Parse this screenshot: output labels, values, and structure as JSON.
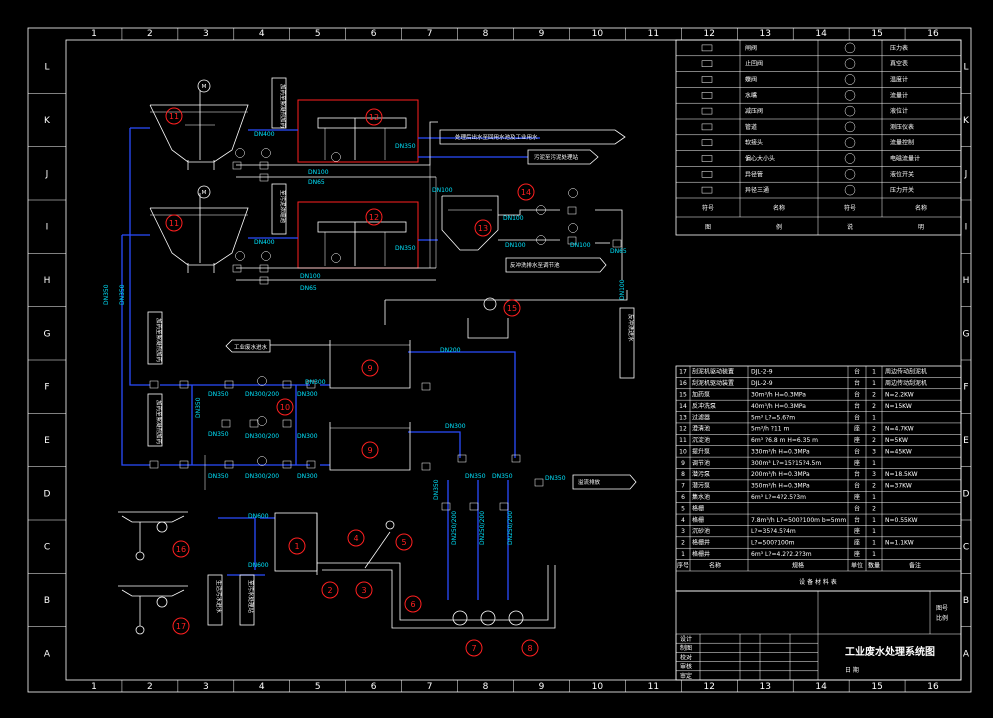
{
  "grid": {
    "columns": [
      "1",
      "2",
      "3",
      "4",
      "5",
      "6",
      "7",
      "8",
      "9",
      "10",
      "11",
      "12",
      "13",
      "14",
      "15",
      "16"
    ],
    "rows": [
      "L",
      "K",
      "J",
      "I",
      "H",
      "G",
      "F",
      "E",
      "D",
      "C",
      "B",
      "A"
    ]
  },
  "drawing_title": "工业废水处理系统图",
  "pipe_labels": {
    "dn400_top": "DN400",
    "dn350_top": "DN350",
    "dn100_top": "DN100",
    "dn65_top": "DN65",
    "dn400_mid": "DN400",
    "dn350_mid": "DN350",
    "dn100_mid": "DN100",
    "dn65_mid": "DN65",
    "dn350_left_a": "DN350",
    "dn350_left_b": "DN350",
    "dn350_f": "DN350",
    "dn300_200_f": "DN300/200",
    "dn300_f": "DN300",
    "dn350_e1": "DN350",
    "dn350_e2": "DN350",
    "dn300_200_e": "DN300/200",
    "dn300_e": "DN300",
    "dn350_d": "DN350",
    "dn300_200_d": "DN300/200",
    "dn300_d": "DN300",
    "dn200_g": "DN200",
    "dn300_e_right": "DN300",
    "dn600_c": "DN600",
    "dn600_b": "DN600",
    "dn100_14": "DN100",
    "dn100_14b": "DN100",
    "dn100_14c": "DN100",
    "dn65_14": "DN65",
    "dn350_d1": "DN350",
    "dn350_d2": "DN350",
    "dn350_d3": "DN350",
    "dn350_out": "DN350",
    "dn250_a": "DN250/200",
    "dn250_b": "DN250/200",
    "dn250_c": "DN250/200",
    "dn100_right": "DN100",
    "dn100_j": "DN100",
    "dn300_f_right": "DN300"
  },
  "equipment_numbers": [
    "1",
    "2",
    "3",
    "4",
    "5",
    "6",
    "7",
    "8",
    "9",
    "9",
    "10",
    "11",
    "11",
    "12",
    "12",
    "13",
    "14",
    "15",
    "16",
    "17"
  ],
  "legend": {
    "col_header": [
      "符号",
      "名称",
      "符号",
      "名称"
    ],
    "rows": [
      [
        "闸阀",
        "压力表"
      ],
      [
        "止回阀",
        "真空表"
      ],
      [
        "蝶阀",
        "温度计"
      ],
      [
        "水嘴",
        "流量计"
      ],
      [
        "减压阀",
        "液位计"
      ],
      [
        "管道",
        "测压仪表"
      ],
      [
        "软接头",
        "流量控制"
      ],
      [
        "偏心大小头",
        "电磁流量计"
      ],
      [
        "异径管",
        "液位开关"
      ],
      [
        "异径三通",
        "压力开关"
      ]
    ],
    "footer": [
      "图",
      "例",
      "说",
      "明"
    ]
  },
  "equipment_table": {
    "rows": [
      [
        "17",
        "刮泥机驱动装置",
        "DJL-2-9",
        "台",
        "1",
        "周边传动刮泥机"
      ],
      [
        "16",
        "刮泥机驱动装置",
        "DJL-2-9",
        "台",
        "1",
        "周边传动刮泥机"
      ],
      [
        "15",
        "加药泵",
        "30m³/h",
        "H=0.3MPa",
        "台",
        "2",
        "N=2.2KW"
      ],
      [
        "14",
        "反冲洗泵",
        "40m³/h",
        "H=0.3MPa",
        "台",
        "2",
        "N=15KW"
      ],
      [
        "13",
        "过滤器",
        "5m³",
        "L?=5.6?m",
        "台",
        "1",
        ""
      ],
      [
        "12",
        "澄清池",
        "5m³/h",
        "?11 m",
        "座",
        "2",
        "N=4.7KW"
      ],
      [
        "11",
        "沉淀池",
        "6m³",
        "?6.8 m",
        "H=6.35 m",
        "座",
        "2",
        "N=5KW"
      ],
      [
        "10",
        "提升泵",
        "330m³/h",
        "H=0.3MPa",
        "台",
        "3",
        "N=45KW"
      ],
      [
        "9",
        "调节池",
        "300m³",
        "L?=15?15?4.5m",
        "座",
        "1",
        ""
      ],
      [
        "8",
        "潜污泵",
        "200m³/h",
        "H=0.3MPa",
        "台",
        "3",
        "N=18.5KW"
      ],
      [
        "7",
        "潜污泵",
        "350m³/h",
        "H=0.3MPa",
        "台",
        "2",
        "N=37KW"
      ],
      [
        "6",
        "集水池",
        "6m³",
        "L?=4?2.5?3m",
        "座",
        "1",
        ""
      ],
      [
        "5",
        "格栅",
        "",
        "",
        "台",
        "2",
        ""
      ],
      [
        "4",
        "格栅",
        "7.8m³/h",
        "L?=500?100m",
        "b=5mm",
        "台",
        "1",
        "N=0.55KW"
      ],
      [
        "3",
        "沉砂池",
        "",
        "L?=35?4.5?4m",
        "座",
        "1",
        ""
      ],
      [
        "2",
        "格栅井",
        "",
        "L?=500?100m",
        "座",
        "1",
        "N=1.1KW"
      ],
      [
        "1",
        "格栅井",
        "6m³",
        "L?=4.2?2.2?3m",
        "座",
        "1",
        ""
      ]
    ],
    "header": [
      "序号",
      "名称",
      "规格",
      "单位",
      "数量",
      "备注"
    ],
    "caption": "设 备 材 料 表"
  },
  "title_block": {
    "row_labels": [
      "设计",
      "制图",
      "校对",
      "审核",
      "审定"
    ],
    "right_labels": [
      "图号",
      "比例"
    ],
    "extra": "日 期"
  },
  "flow_texts": {
    "to_reuse": "处理后出水至回用水池及工业用水",
    "to_sludge": "污泥至污泥处理站",
    "backwash": "反冲洗排水至调节池",
    "dosing_a": "加药至絮凝剂加药",
    "dosing_b": "加药至絮凝剂加药",
    "dosing_c": "加药至絮凝剂加药",
    "to_tank": "至污泥浓缩池",
    "incoming": "工业废水进水",
    "incoming_b": "生活污水进水",
    "to_treatment": "至污水处理站",
    "to_discharge": "溢流排放",
    "backwash_in": "反冲洗进水"
  },
  "colors": {
    "background": "#000000",
    "line": "#ffffff",
    "pipe": "#2a4cff",
    "label": "#00e5ff",
    "marker": "#ff2020"
  }
}
